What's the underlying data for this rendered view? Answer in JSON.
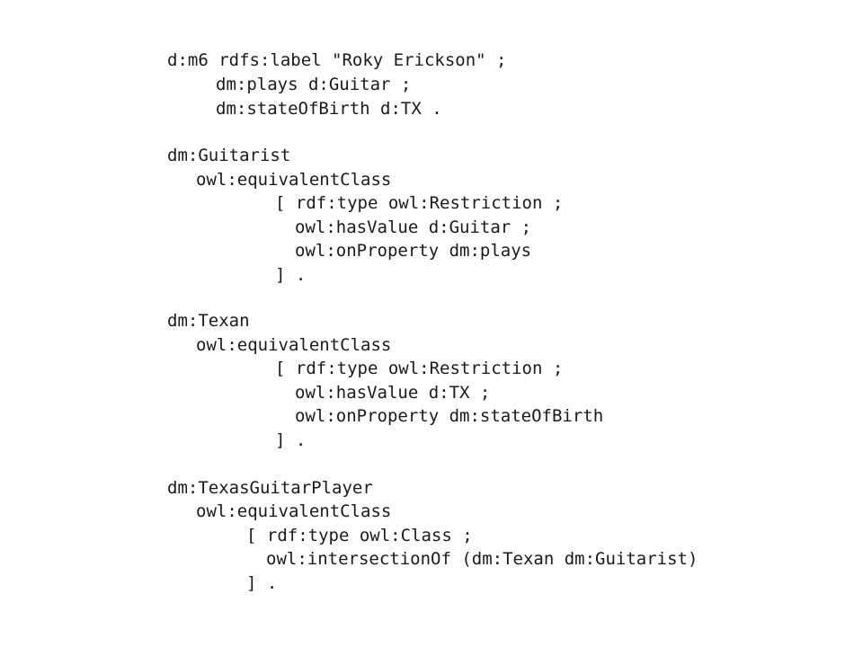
{
  "code": {
    "lines": [
      "d:m6 rdfs:label \"Roky Erickson\" ;",
      "dm:plays d:Guitar ;",
      "dm:stateOfBirth d:TX .",
      "dm:Guitarist",
      "owl:equivalentClass",
      "[ rdf:type owl:Restriction ;",
      "owl:hasValue d:Guitar ;",
      "owl:onProperty dm:plays",
      "] .",
      "dm:Texan",
      "owl:equivalentClass",
      "[ rdf:type owl:Restriction ;",
      "owl:hasValue d:TX ;",
      "owl:onProperty dm:stateOfBirth",
      "] .",
      "dm:TexasGuitarPlayer",
      "owl:equivalentClass",
      "[ rdf:type owl:Class ;",
      "owl:intersectionOf (dm:Texan dm:Guitarist)",
      "] ."
    ]
  }
}
